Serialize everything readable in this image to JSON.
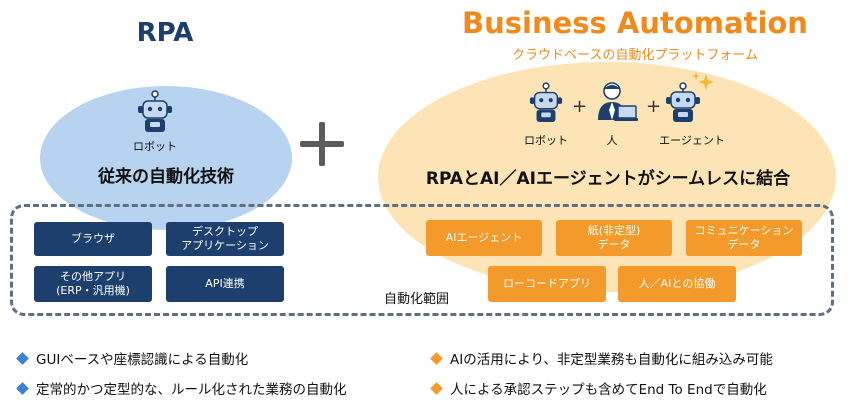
{
  "left": {
    "title": "RPA",
    "robot_label": "ロボット",
    "heading": "従来の自動化技術"
  },
  "right": {
    "title": "Business Automation",
    "subtitle": "クラウドベースの自動化プラットフォーム",
    "icons": [
      {
        "label": "ロボット",
        "icon": "robot-icon"
      },
      {
        "label": "人",
        "icon": "person-laptop-icon"
      },
      {
        "label": "エージェント",
        "icon": "ai-agent-icon"
      }
    ],
    "heading": "RPAとAI／AIエージェントがシームレスに結合"
  },
  "rpa_buttons": [
    "ブラウザ",
    "デスクトップ\nアプリケーション",
    "その他アプリ\n(ERP・汎用機)",
    "API連携"
  ],
  "ba_buttons": [
    "AIエージェント",
    "紙(非定型)\nデータ",
    "コミュニケーション\nデータ",
    "ローコードアプリ",
    "人／AIとの協働"
  ],
  "scope_label": "自動化範囲",
  "bullets_left": [
    "GUIベースや座標認識による自動化",
    "定常的かつ定型的な、ルール化された業務の自動化"
  ],
  "bullets_right": [
    "AIの活用により、非定型業務も自動化に組み込み可能",
    "人による承認ステップも含めてEnd To Endで自動化"
  ],
  "colors": {
    "navy": "#1c3f6e",
    "orange": "#f39a2b",
    "title_orange": "#f08a1c",
    "light_blue": "#b8d3f0",
    "light_orange": "#fde4b6",
    "bullet_blue": "#3b82d6"
  }
}
